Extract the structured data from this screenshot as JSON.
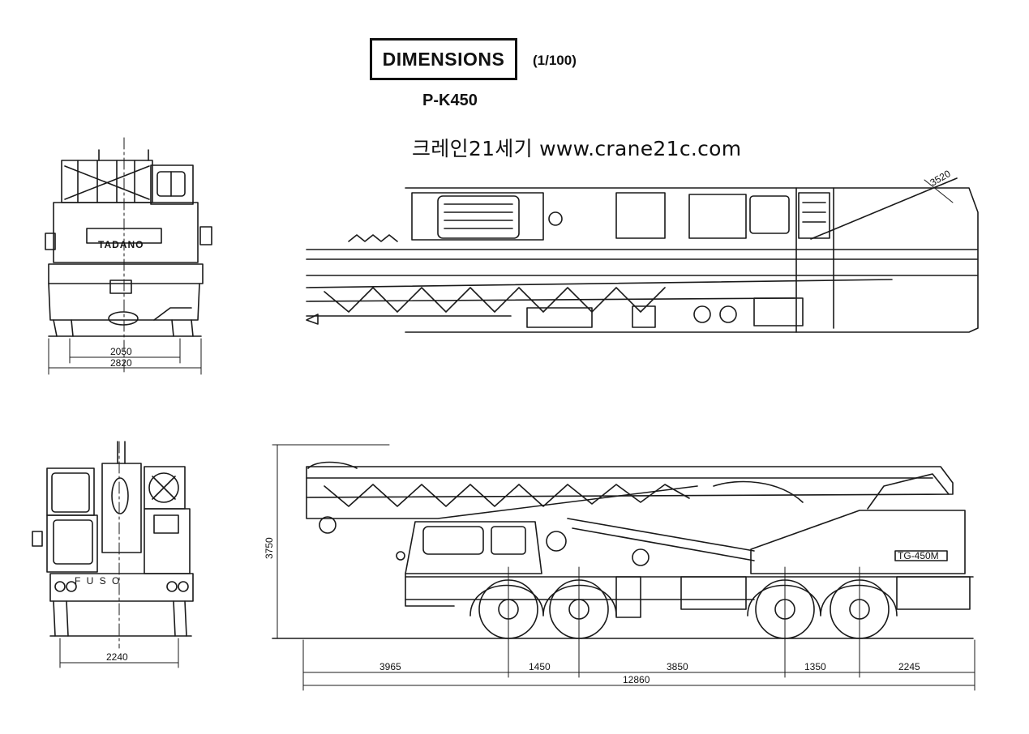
{
  "header": {
    "title": "DIMENSIONS",
    "scale": "(1/100)",
    "model": "P-K450",
    "website": "크레인21세기 www.crane21c.com"
  },
  "labels": {
    "brand": "TADANO",
    "side_plate": "TG-450M",
    "front_plate": "F U S O"
  },
  "dimensions": {
    "top_front_inner_width": "2050",
    "top_front_outer_width": "2820",
    "top_plan_corner": "3520",
    "rear_width": "2240",
    "height": "3750",
    "front_overhang": "3965",
    "axle_front_spacing": "1450",
    "wheelbase_center": "3850",
    "axle_rear_spacing": "1350",
    "rear_overhang": "2245",
    "overall_length": "12860"
  }
}
